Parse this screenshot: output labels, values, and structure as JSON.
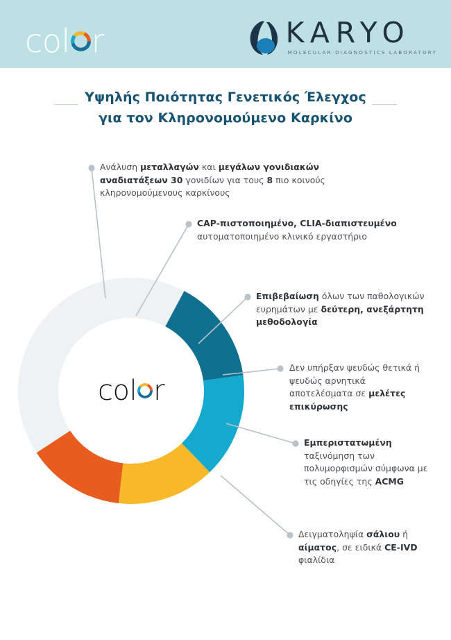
{
  "header": {
    "color_logo": {
      "name": "color",
      "letters_before": "col",
      "ring_letter": "o",
      "letters_after": "r"
    },
    "karyo_logo": {
      "name": "KARYO",
      "tagline": "MOLECULAR DIAGNOSTICS LABORATORY"
    },
    "background_color": "#bce0e3"
  },
  "title": {
    "line1": "Υψηλής Ποιότητας Γενετικός Έλεγχος",
    "line2": "για τον Κληρονομούμενο Καρκίνο",
    "color": "#18536f"
  },
  "donut": {
    "center_logo": {
      "letters_before": "col",
      "ring_letter": "o",
      "letters_after": "r"
    },
    "track_color": "#eef2f5"
  },
  "callouts": [
    {
      "id": "callout-mutation-analysis",
      "runs": [
        {
          "t": "Ανάλυση ",
          "b": false
        },
        {
          "t": "μεταλλαγών",
          "b": true
        },
        {
          "t": " και ",
          "b": false
        },
        {
          "t": "μεγάλων γονιδιακών αναδιατάξεων 30",
          "b": true
        },
        {
          "t": " γονιδίων για τους ",
          "b": false
        },
        {
          "t": "8",
          "b": true
        },
        {
          "t": " πιο κοινούς κληρονομούμενους καρκίνους",
          "b": false
        }
      ]
    },
    {
      "id": "callout-cap-clia",
      "runs": [
        {
          "t": "CAP-πιστοποιημένο, CLIA-διαπιστευμένο",
          "b": true
        },
        {
          "t": " αυτοματοποιημένο κλινικό εργαστήριο",
          "b": false
        }
      ]
    },
    {
      "id": "callout-confirmation",
      "runs": [
        {
          "t": "Επιβεβαίωση",
          "b": true
        },
        {
          "t": " όλων των παθολογικών ευρημάτων με ",
          "b": false
        },
        {
          "t": "δεύτερη, ανεξάρτητη μεθοδολογία",
          "b": true
        }
      ]
    },
    {
      "id": "callout-no-false-results",
      "runs": [
        {
          "t": "Δεν υπήρξαν ψευδώς θετικά ή ψευδώς αρνητικά αποτελέσματα σε ",
          "b": false
        },
        {
          "t": "μελέτες επικύρωσης",
          "b": true
        }
      ]
    },
    {
      "id": "callout-acmg-classification",
      "runs": [
        {
          "t": "Εμπεριστατωμένη",
          "b": true
        },
        {
          "t": " ταξινόμηση των πολυμορφισμών σύμφωνα με τις οδηγίες της ",
          "b": false
        },
        {
          "t": "ACMG",
          "b": true
        }
      ]
    },
    {
      "id": "callout-sampling",
      "runs": [
        {
          "t": "Δειγματοληψία ",
          "b": false
        },
        {
          "t": "σάλιου",
          "b": true
        },
        {
          "t": " ή ",
          "b": false
        },
        {
          "t": "αίματος",
          "b": true
        },
        {
          "t": ", σε ειδικά ",
          "b": false
        },
        {
          "t": "CE-IVD",
          "b": true
        },
        {
          "t": " φιαλίδια",
          "b": false
        }
      ]
    }
  ],
  "chart_data": {
    "type": "pie",
    "title": "",
    "categories": [
      "dark-teal",
      "cyan",
      "yellow",
      "orange",
      "empty-track"
    ],
    "values": [
      15,
      15,
      14,
      14,
      42
    ],
    "colors": [
      "#10708f",
      "#16a9ce",
      "#f9b829",
      "#e85d1e",
      "#eef2f5"
    ],
    "start_angle_deg": -62,
    "inner_radius_ratio": 0.64,
    "legend": "none",
    "grid": false
  }
}
